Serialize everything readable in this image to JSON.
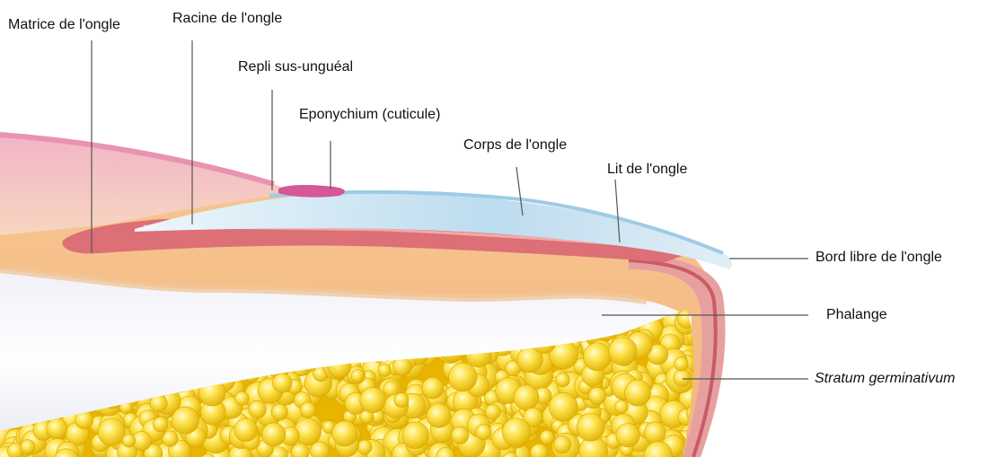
{
  "labels": {
    "matrice": "Matrice de l'ongle",
    "racine": "Racine de l'ongle",
    "repli": "Repli sus-unguéal",
    "eponychium": "Eponychium (cuticule)",
    "corps": "Corps de l'ongle",
    "lit": "Lit de l'ongle",
    "bord": "Bord libre de l'ongle",
    "phalange": "Phalange",
    "stratum": "Stratum germinativum"
  },
  "colors": {
    "skin": "#f6c08e",
    "skin_light": "#fbe3c8",
    "pink_fold": "#e9a6b6",
    "matrix_red": "#d9686f",
    "nail_plate": "#cfe6f3",
    "nail_edge": "#a9cde3",
    "bone_white": "#f4f6fb",
    "fat_yellow": "#f2cc1c",
    "fat_light": "#fff07a",
    "germ_red": "#cf6a70",
    "leader": "#555555"
  }
}
